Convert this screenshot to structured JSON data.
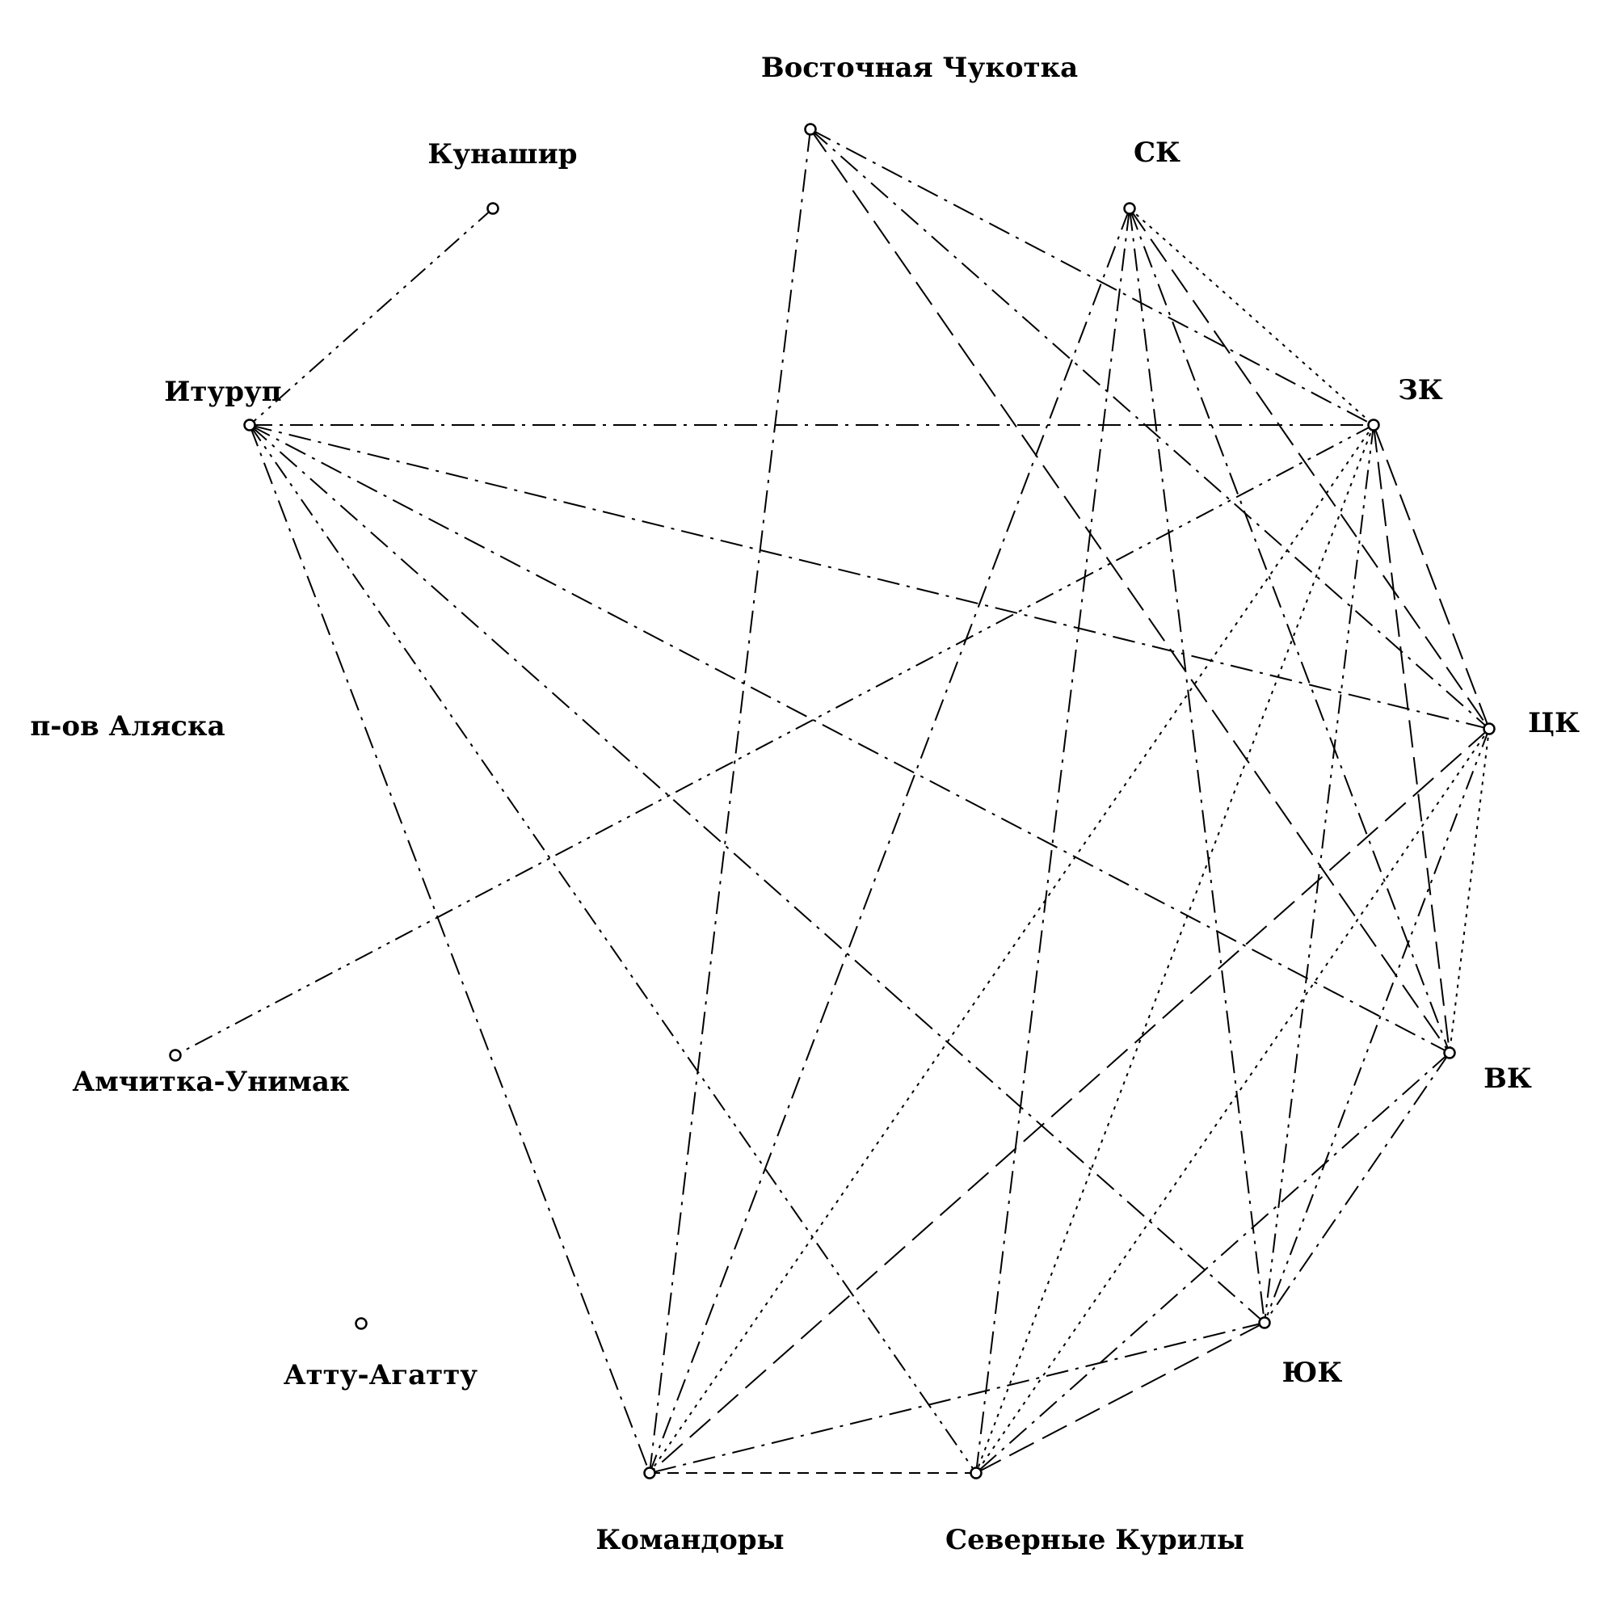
{
  "nodes": [
    {
      "id": "vostochnaya_chukotka",
      "label": "Восточная Чукотка"
    },
    {
      "id": "sk",
      "label": "СК"
    },
    {
      "id": "zk",
      "label": "ЗК"
    },
    {
      "id": "tsk",
      "label": "ЦК"
    },
    {
      "id": "vk",
      "label": "ВК"
    },
    {
      "id": "yuk",
      "label": "ЮК"
    },
    {
      "id": "severnye_kurily",
      "label": "Северные Курилы"
    },
    {
      "id": "komandory",
      "label": "Командоры"
    },
    {
      "id": "attu_agattu",
      "label": "Атту-Агатту"
    },
    {
      "id": "amchitka_unimak",
      "label": "Амчитка-Унимак"
    },
    {
      "id": "p_ov_alyaska",
      "label": "п-ов Аляска"
    },
    {
      "id": "iturup",
      "label": "Итуруп"
    },
    {
      "id": "kunashir",
      "label": "Кунашир"
    }
  ],
  "edges": [
    {
      "from": "kunashir",
      "to": "iturup",
      "style": "dashdotdot"
    },
    {
      "from": "iturup",
      "to": "zk",
      "style": "dashdot"
    },
    {
      "from": "iturup",
      "to": "tsk",
      "style": "dashdot"
    },
    {
      "from": "iturup",
      "to": "vk",
      "style": "dashdot"
    },
    {
      "from": "iturup",
      "to": "yuk",
      "style": "dashdot"
    },
    {
      "from": "iturup",
      "to": "severnye_kurily",
      "style": "dashdotdot"
    },
    {
      "from": "iturup",
      "to": "komandory",
      "style": "dashdot"
    },
    {
      "from": "vostochnaya_chukotka",
      "to": "komandory",
      "style": "dashdot"
    },
    {
      "from": "vostochnaya_chukotka",
      "to": "zk",
      "style": "dashdot"
    },
    {
      "from": "vostochnaya_chukotka",
      "to": "tsk",
      "style": "dashdot"
    },
    {
      "from": "vostochnaya_chukotka",
      "to": "vk",
      "style": "longdash"
    },
    {
      "from": "sk",
      "to": "zk",
      "style": "dotted"
    },
    {
      "from": "sk",
      "to": "tsk",
      "style": "longdash"
    },
    {
      "from": "sk",
      "to": "vk",
      "style": "dashdot"
    },
    {
      "from": "sk",
      "to": "yuk",
      "style": "dashdot"
    },
    {
      "from": "sk",
      "to": "severnye_kurily",
      "style": "dashdot"
    },
    {
      "from": "sk",
      "to": "komandory",
      "style": "dashdot"
    },
    {
      "from": "zk",
      "to": "tsk",
      "style": "longdash"
    },
    {
      "from": "zk",
      "to": "vk",
      "style": "longdash"
    },
    {
      "from": "zk",
      "to": "yuk",
      "style": "dashdotdot"
    },
    {
      "from": "zk",
      "to": "severnye_kurily",
      "style": "dotted"
    },
    {
      "from": "zk",
      "to": "komandory",
      "style": "dotted"
    },
    {
      "from": "zk",
      "to": "amchitka_unimak",
      "style": "dashdotdot"
    },
    {
      "from": "tsk",
      "to": "vk",
      "style": "dotted"
    },
    {
      "from": "tsk",
      "to": "yuk",
      "style": "dashdotdot"
    },
    {
      "from": "tsk",
      "to": "severnye_kurily",
      "style": "dotted"
    },
    {
      "from": "tsk",
      "to": "komandory",
      "style": "longdash"
    },
    {
      "from": "vk",
      "to": "yuk",
      "style": "dashdot"
    },
    {
      "from": "vk",
      "to": "severnye_kurily",
      "style": "dashdot"
    },
    {
      "from": "yuk",
      "to": "severnye_kurily",
      "style": "longdash"
    },
    {
      "from": "yuk",
      "to": "komandory",
      "style": "dashdot"
    },
    {
      "from": "severnye_kurily",
      "to": "komandory",
      "style": "dashed"
    }
  ]
}
